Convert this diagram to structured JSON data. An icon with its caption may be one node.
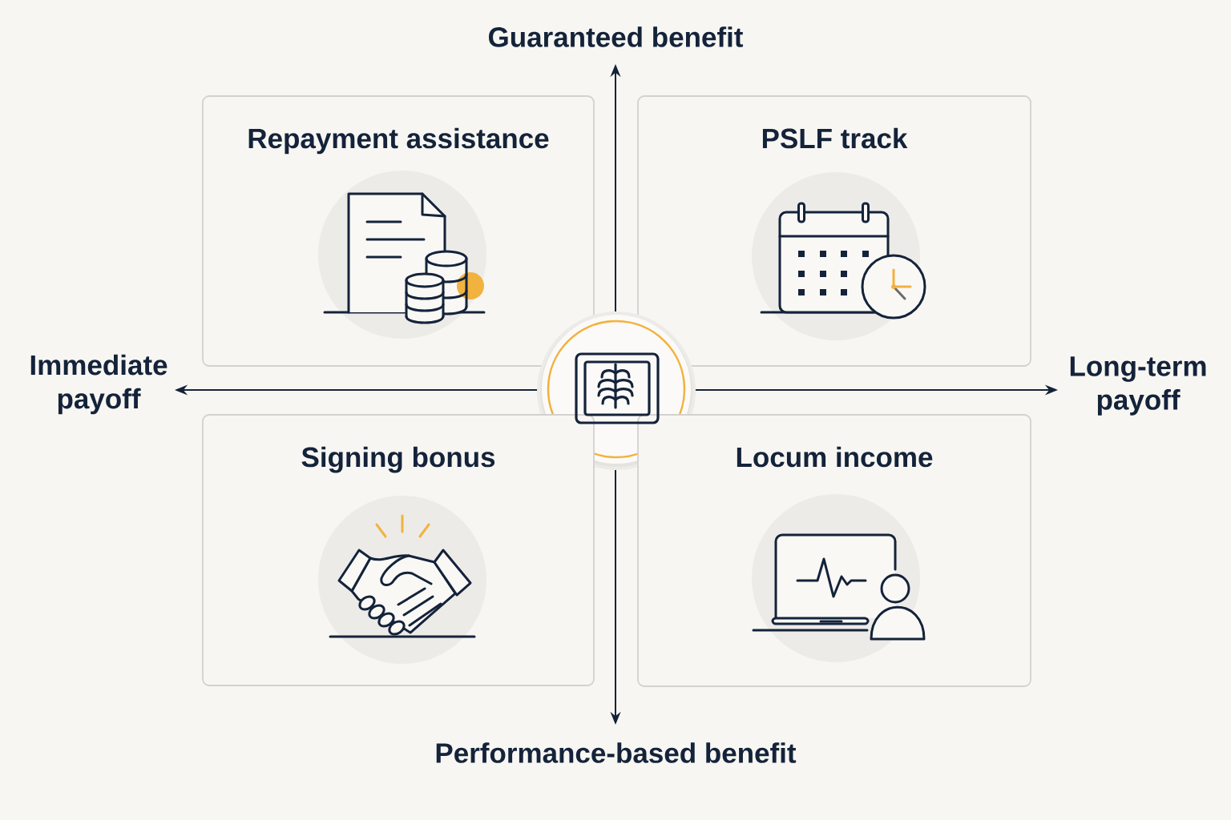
{
  "diagram": {
    "nodes": [
      {
        "text": [
          "Repayment assistance"
        ]
      },
      {
        "text": [
          "PSLF track"
        ]
      },
      {
        "text": [],
        "shape": "circle"
      },
      {
        "text": [
          "Signing bonus"
        ]
      },
      {
        "text": [
          "Locum income"
        ]
      }
    ],
    "labels": [
      "Guaranteed benefit",
      "Immediate payoff",
      "Long-term payoff",
      "Performance-based benefit"
    ]
  }
}
